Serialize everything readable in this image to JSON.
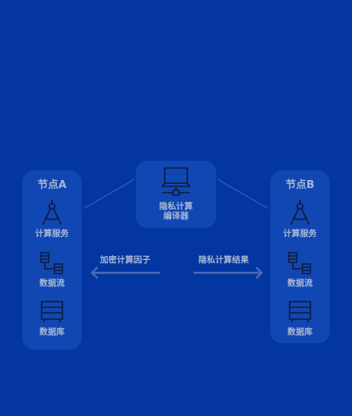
{
  "node_a": {
    "title": "节点A",
    "items": [
      {
        "label": "计算服务",
        "icon": "compass-icon"
      },
      {
        "label": "数据流",
        "icon": "data-flow-icon"
      },
      {
        "label": "数据库",
        "icon": "database-icon"
      }
    ]
  },
  "node_b": {
    "title": "节点B",
    "items": [
      {
        "label": "计算服务",
        "icon": "compass-icon"
      },
      {
        "label": "数据流",
        "icon": "data-flow-icon"
      },
      {
        "label": "数据库",
        "icon": "database-icon"
      }
    ]
  },
  "center": {
    "line1": "隐私计算",
    "line2": "编译器",
    "icon": "computer-network-icon"
  },
  "arrows": {
    "left_label": "加密计算因子",
    "right_label": "隐私计算结果"
  },
  "colors": {
    "background": "#0336a1",
    "panel": "#306ed7",
    "text": "#a8b7d6",
    "icon": "#111a3a",
    "arrow": "#4c6bb3"
  }
}
